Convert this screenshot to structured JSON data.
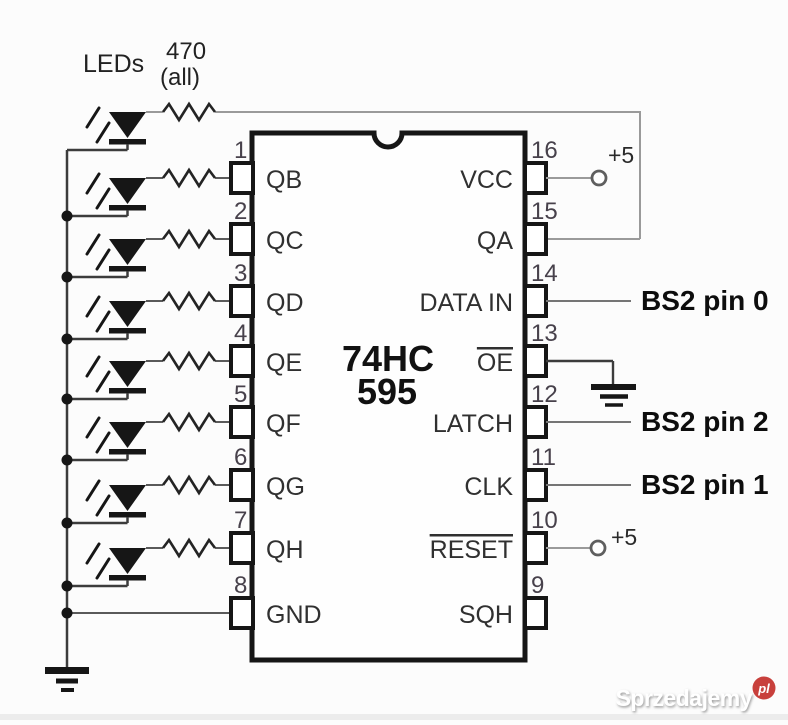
{
  "title": "74HC595 shift register driving 8 LEDs - schematic",
  "colors": {
    "ink": "#161616",
    "wire_light": "#9a9a9a",
    "wire_mid": "#757575",
    "wire_dark": "#3c3c3c",
    "row_wire": "#5a5a5a",
    "resistor": "#242424",
    "pin_text": "#303030",
    "num_text": "#47414b",
    "bs2_text": "#0d0d0d",
    "badge_red": "#c8403c",
    "watermark_fill": "#ffffff",
    "bottom_strip": "#ececec"
  },
  "ic": {
    "name_line1": "74HC",
    "name_line2": "595",
    "pins_left": [
      {
        "num": "1",
        "label": "QB"
      },
      {
        "num": "2",
        "label": "QC"
      },
      {
        "num": "3",
        "label": "QD"
      },
      {
        "num": "4",
        "label": "QE"
      },
      {
        "num": "5",
        "label": "QF"
      },
      {
        "num": "6",
        "label": "QG"
      },
      {
        "num": "7",
        "label": "QH"
      },
      {
        "num": "8",
        "label": "GND"
      }
    ],
    "pins_right": [
      {
        "num": "16",
        "label": "VCC",
        "overline": false,
        "connection": "plus5"
      },
      {
        "num": "15",
        "label": "QA",
        "overline": false,
        "connection": "top-led-loop"
      },
      {
        "num": "14",
        "label": "DATA IN",
        "overline": false,
        "connection": "bs2",
        "connection_label": "BS2 pin 0"
      },
      {
        "num": "13",
        "label": "OE",
        "overline": true,
        "connection": "ground"
      },
      {
        "num": "12",
        "label": "LATCH",
        "overline": false,
        "connection": "bs2",
        "connection_label": "BS2 pin 2"
      },
      {
        "num": "11",
        "label": "CLK",
        "overline": false,
        "connection": "bs2",
        "connection_label": "BS2 pin 1"
      },
      {
        "num": "10",
        "label": "RESET",
        "overline": true,
        "connection": "plus5"
      },
      {
        "num": "9",
        "label": "SQH",
        "overline": false,
        "connection": "none"
      }
    ]
  },
  "annotations": {
    "leds_label": "LEDs",
    "resistor_value": "470",
    "resistor_note": "(all)",
    "supply_label": "+5",
    "led_count": 8,
    "resistor_count": 8
  },
  "watermark": {
    "text": "Sprzedajemy",
    "badge": "pl"
  }
}
